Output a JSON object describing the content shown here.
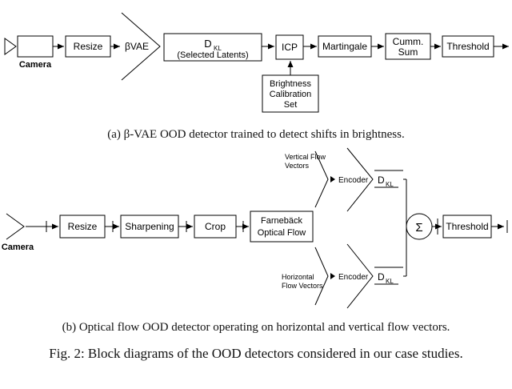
{
  "figure": {
    "caption_a": "(a) β-VAE OOD detector trained to detect shifts in brightness.",
    "caption_b": "(b) Optical flow OOD detector operating on horizontal and vertical flow vectors.",
    "fig_caption": "Fig. 2: Block diagrams of the OOD detectors considered in our case studies."
  },
  "diagram_a": {
    "camera_label": "Camera",
    "resize": "Resize",
    "bvae": "βVAE",
    "dkl_main": "D",
    "dkl_sub": "KL",
    "dkl_note": "(Selected Latents)",
    "icp": "ICP",
    "martingale": "Martingale",
    "cumm_line1": "Cumm.",
    "cumm_line2": "Sum",
    "threshold": "Threshold",
    "calib_line1": "Brightness",
    "calib_line2": "Calibration",
    "calib_line3": "Set"
  },
  "diagram_b": {
    "camera_label": "Camera",
    "resize": "Resize",
    "sharpening": "Sharpening",
    "crop": "Crop",
    "flow_line1": "Farnebäck",
    "flow_line2": "Optical Flow",
    "vertical_label_line1": "Vertical Flow",
    "vertical_label_line2": "Vectors",
    "horizontal_label_line1": "Horizontal",
    "horizontal_label_line2": "Flow Vectors",
    "encoder_top": "Encoder",
    "encoder_bottom": "Encoder",
    "dkl_top_main": "D",
    "dkl_top_sub": "KL",
    "dkl_bottom_main": "D",
    "dkl_bottom_sub": "KL",
    "sigma": "Σ",
    "threshold": "Threshold"
  }
}
